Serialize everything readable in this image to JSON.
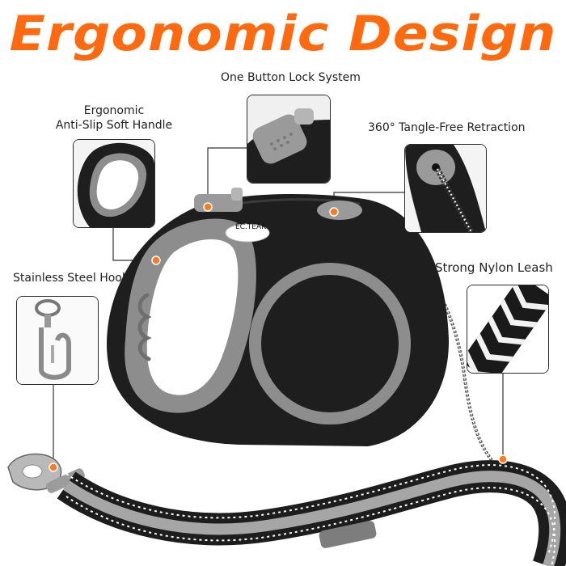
{
  "title": "Ergonomic Design",
  "callouts": {
    "handle": {
      "line1": "Ergonomic",
      "line2": "Anti-Slip Soft Handle"
    },
    "lock": "One Button Lock System",
    "retraction": "360° Tangle-Free Retraction",
    "hook": "Stainless Steel Hook",
    "leash": "Strong Nylon  Leash"
  },
  "brand_logo": "EC.TEAK",
  "colors": {
    "title": "#ff6a10",
    "dot": "#ff7a20",
    "body": "#1e1e1e",
    "grip": "#8d8d8d"
  }
}
